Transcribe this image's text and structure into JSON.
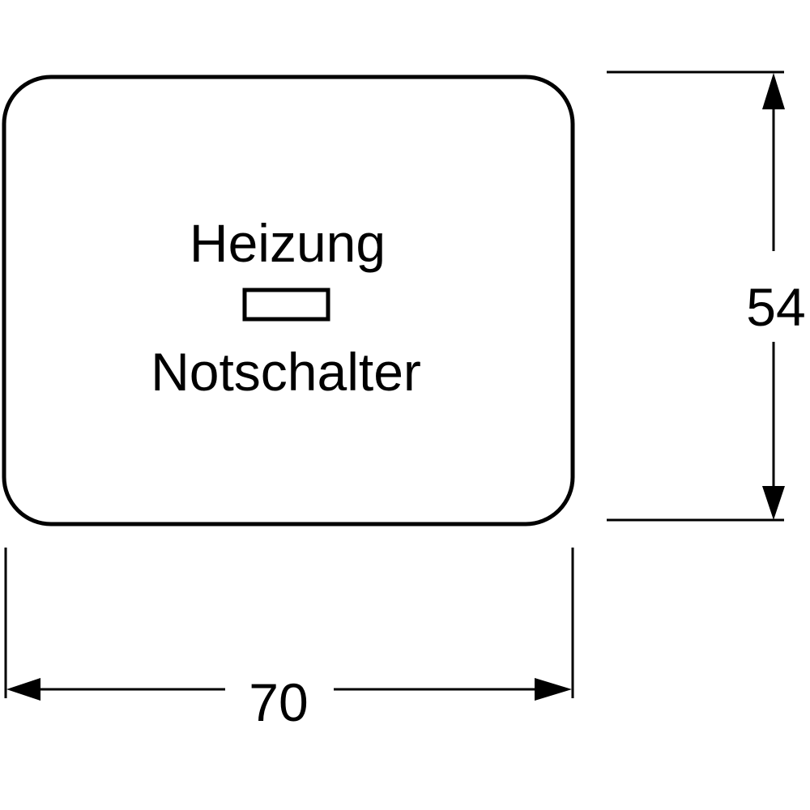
{
  "plate": {
    "line1": "Heizung",
    "line2": "Notschalter"
  },
  "dimensions": {
    "height": "54",
    "width": "70"
  },
  "colors": {
    "line": "#000000",
    "background": "#ffffff"
  }
}
